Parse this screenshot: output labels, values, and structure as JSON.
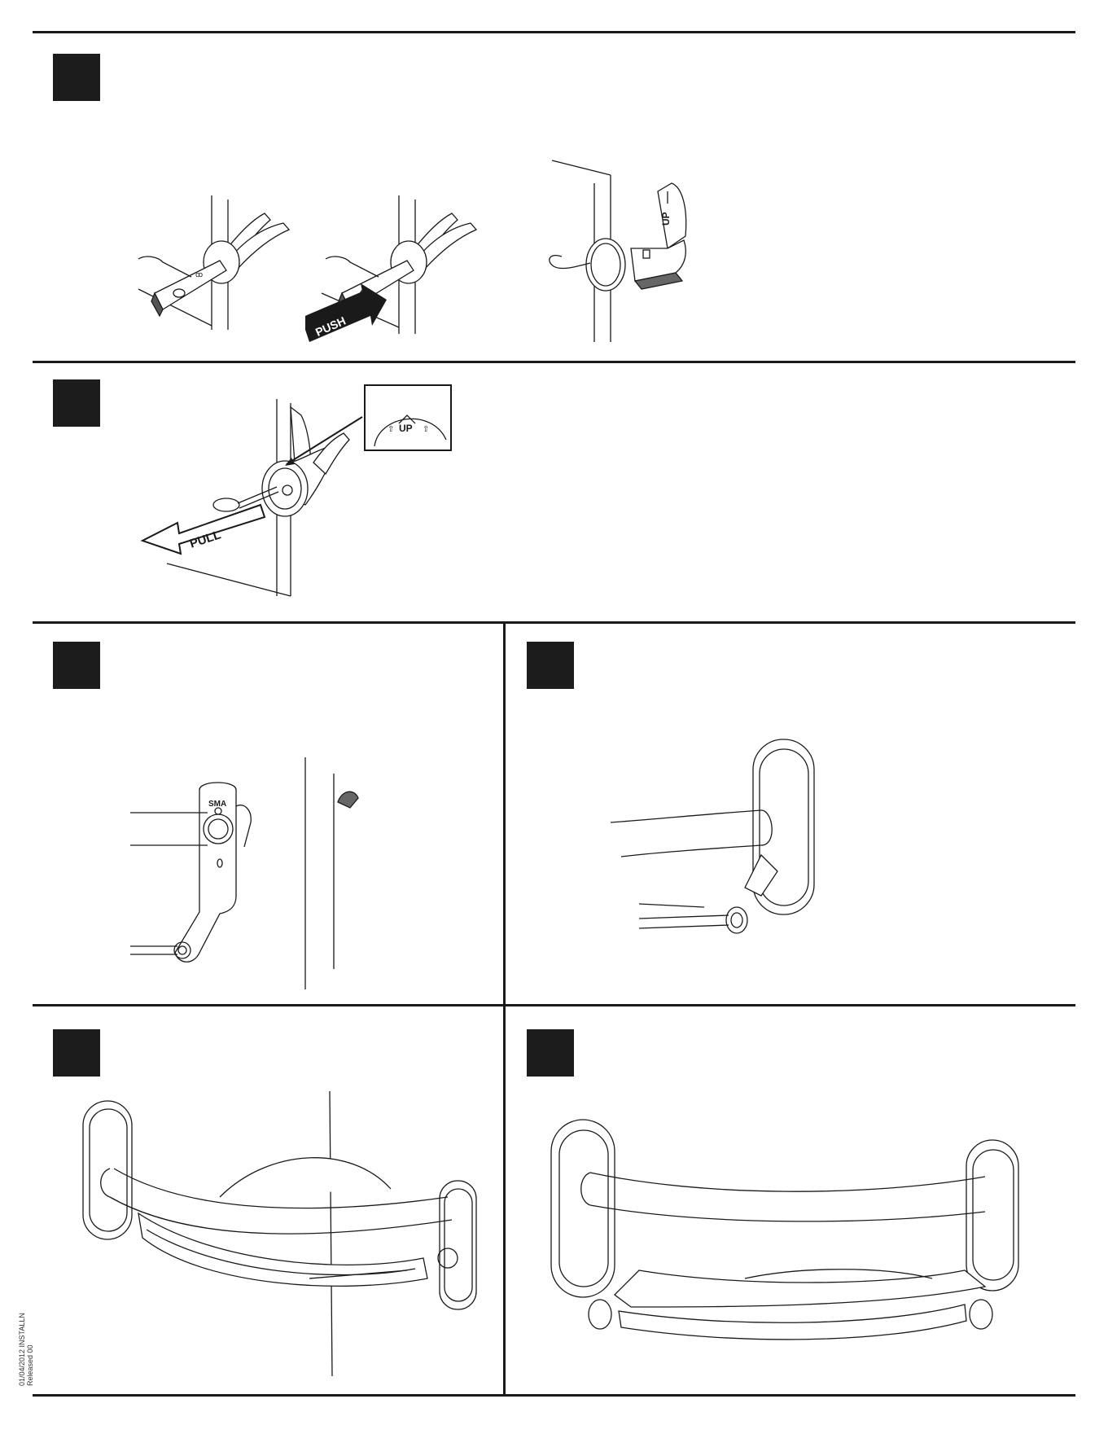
{
  "labels": {
    "push": "PUSH",
    "pull": "PULL",
    "up": "UP",
    "sma": "SMA"
  },
  "side_print": {
    "line1": "01/04/2012 INSTALLN",
    "line2": "Released 00"
  },
  "icons": [
    "arrow-icon",
    "grab-bar-illustration",
    "mounting-flange-illustration"
  ]
}
